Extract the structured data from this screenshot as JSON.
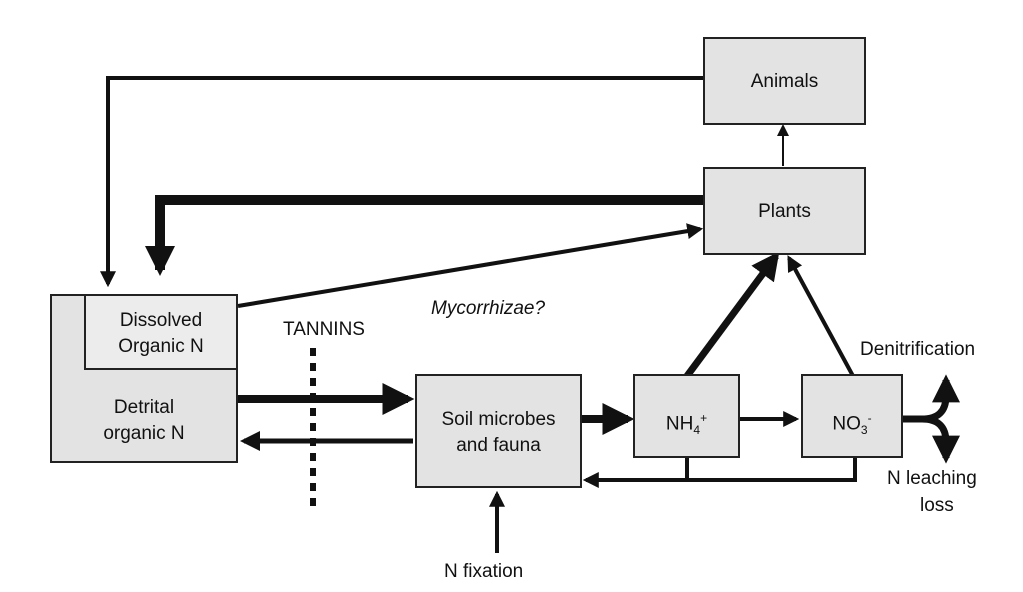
{
  "nodes": {
    "animals": "Animals",
    "plants": "Plants",
    "dissolved_organic_n": [
      "Dissolved",
      "Organic N"
    ],
    "detrital_organic_n": [
      "Detrital",
      "organic N"
    ],
    "soil_microbes": [
      "Soil microbes",
      "and fauna"
    ],
    "ammonium": {
      "base": "NH",
      "sub": "4",
      "sup": "+"
    },
    "nitrate": {
      "base": "NO",
      "sub": "3",
      "sup": "-"
    }
  },
  "labels": {
    "tannins": "TANNINS",
    "mycorrhizae": "Mycorrhizae?",
    "denitrification": "Denitrification",
    "n_leaching_loss": [
      "N leaching",
      "loss"
    ],
    "n_fixation": "N fixation"
  },
  "colors": {
    "box_fill": "#e3e3e3",
    "stroke": "#111111"
  }
}
